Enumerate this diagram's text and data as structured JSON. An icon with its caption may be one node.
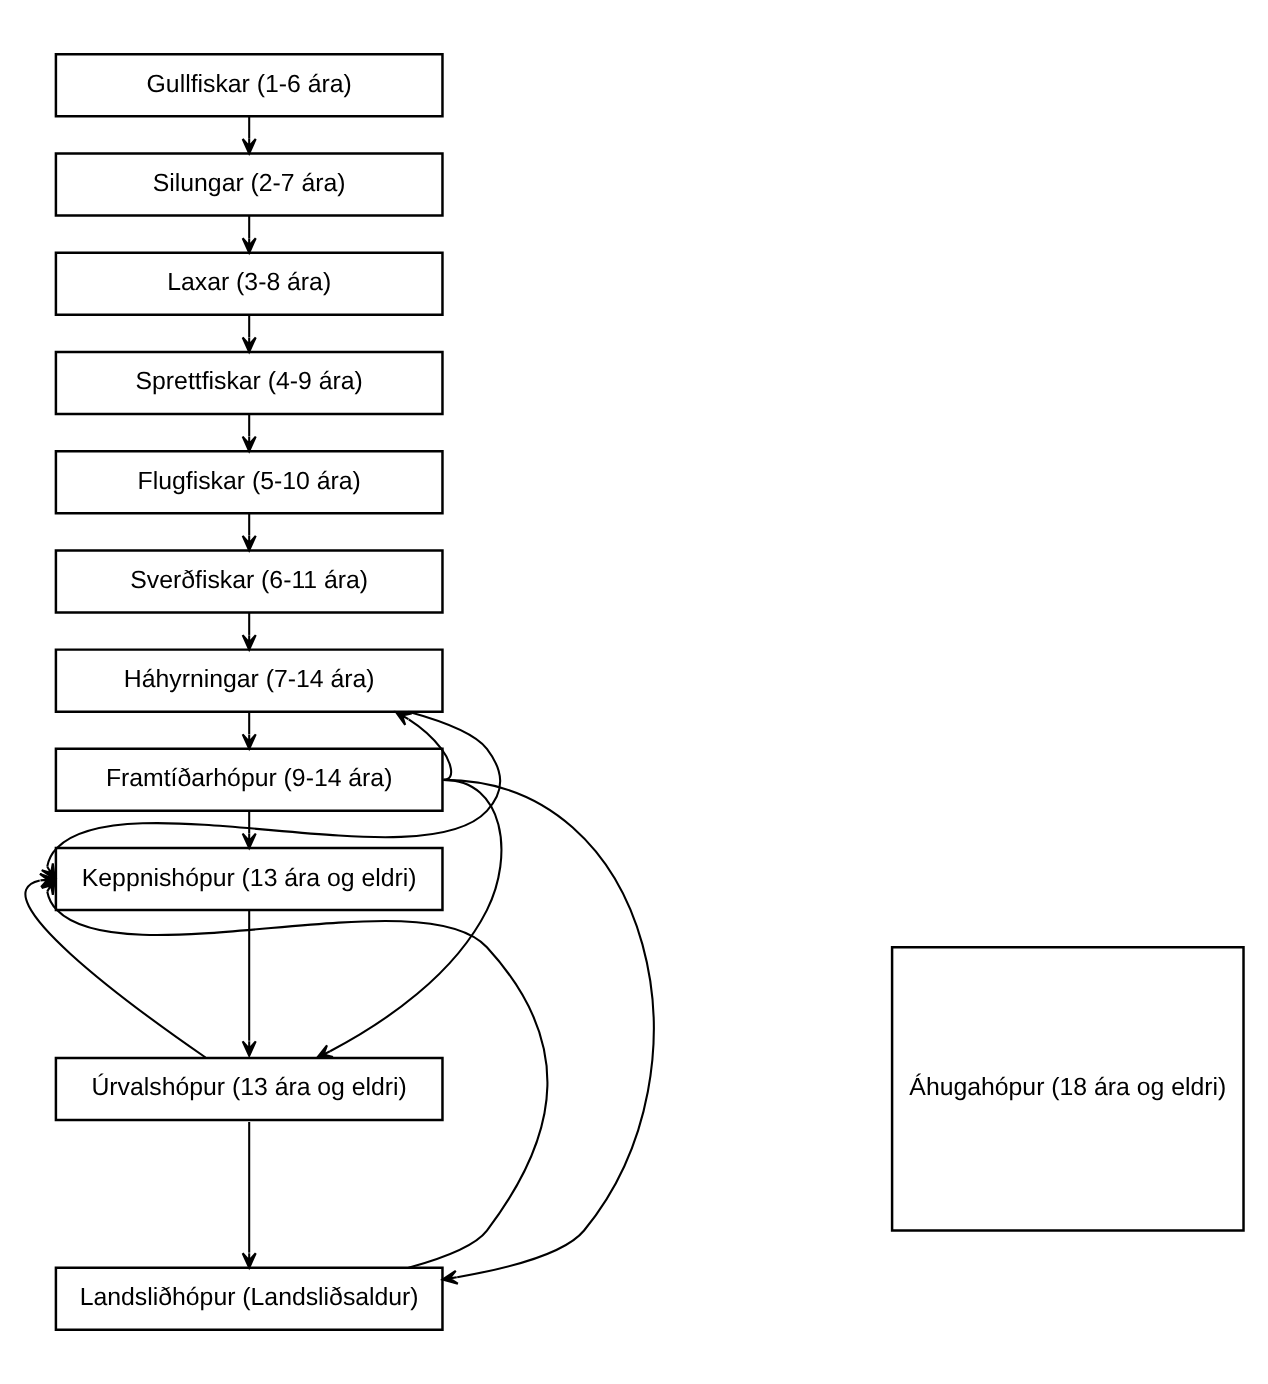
{
  "diagram": {
    "nodes": [
      {
        "text": [
          "Gullfiskar (1-6 ára)"
        ]
      },
      {
        "text": [
          "Silungar (2-7 ára)"
        ]
      },
      {
        "text": [
          "Laxar (3-8 ára)"
        ]
      },
      {
        "text": [
          "Sprettfiskar (4-9 ára)"
        ]
      },
      {
        "text": [
          "Flugfiskar (5-10 ára)"
        ]
      },
      {
        "text": [
          "Sverðfiskar (6-11 ára)"
        ]
      },
      {
        "text": [
          "Háhyrningar (7-14 ára)"
        ]
      },
      {
        "text": [
          "Framtíðarhópur (9-14 ára)"
        ]
      },
      {
        "text": [
          "Keppnishópur (13 ára og eldri)"
        ]
      },
      {
        "text": [
          "Úrvalshópur (13 ára og eldri)"
        ]
      },
      {
        "text": [
          "Landsliðhópur (Landsliðsaldur)"
        ]
      },
      {
        "text": [
          "Áhugahópur (18 ára og eldri)"
        ]
      }
    ],
    "edges": [
      {
        "from": 0,
        "to": 1,
        "arrow": "to"
      },
      {
        "from": 1,
        "to": 2,
        "arrow": "to"
      },
      {
        "from": 2,
        "to": 3,
        "arrow": "to"
      },
      {
        "from": 3,
        "to": 4,
        "arrow": "to"
      },
      {
        "from": 4,
        "to": 5,
        "arrow": "to"
      },
      {
        "from": 5,
        "to": 6,
        "arrow": "to"
      },
      {
        "from": 6,
        "to": 7,
        "arrow": "to"
      },
      {
        "from": 7,
        "to": 8,
        "arrow": "to"
      },
      {
        "from": 8,
        "to": 9,
        "arrow": "to"
      },
      {
        "from": 9,
        "to": 10,
        "arrow": "to"
      },
      {
        "from": 6,
        "to": 8,
        "arrow": "to"
      },
      {
        "from": 9,
        "to": 8,
        "arrow": "to"
      },
      {
        "from": 10,
        "to": 8,
        "arrow": "to"
      },
      {
        "from": 7,
        "to": 6,
        "arrow": "to"
      },
      {
        "from": 7,
        "to": 9,
        "arrow": "to"
      },
      {
        "from": 7,
        "to": 10,
        "arrow": "to"
      }
    ]
  }
}
